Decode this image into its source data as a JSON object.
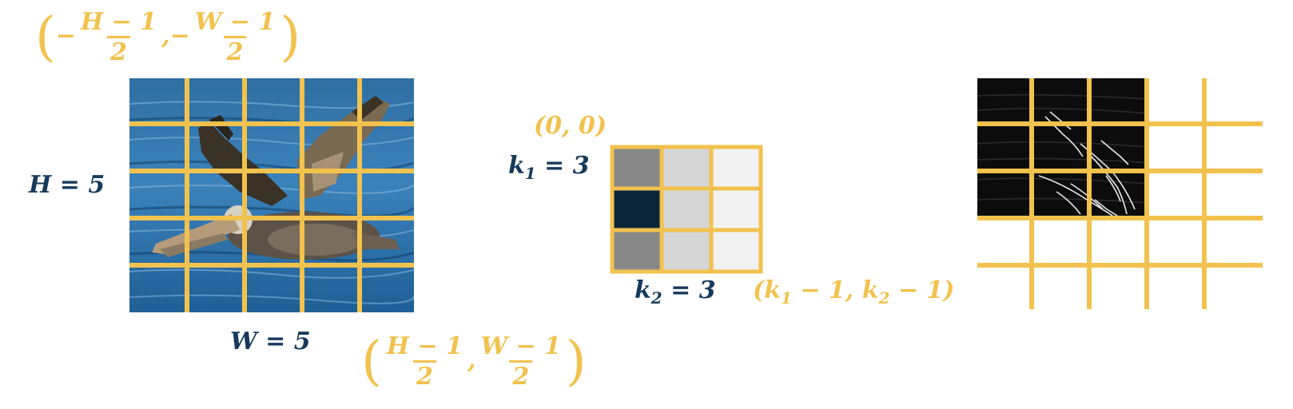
{
  "labels": {
    "corner_top_left": {
      "open_paren": "(",
      "minus_1": "−",
      "h_num": "H − 1",
      "h_den": "2",
      "comma": ",",
      "minus_2": "−",
      "w_num": "W − 1",
      "w_den": "2",
      "close_paren": ")"
    },
    "corner_bottom_right": {
      "open_paren": "(",
      "h_num": "H − 1",
      "h_den": "2",
      "comma": ",",
      "w_num": "W − 1",
      "w_den": "2",
      "close_paren": ")"
    },
    "image_height": "H = 5",
    "image_width": "W = 5",
    "kernel_origin": "(0, 0)",
    "kernel_k1_var": "k",
    "kernel_k1_sub": "1",
    "kernel_k1_val": " = 3",
    "kernel_k2_var": "k",
    "kernel_k2_sub": "2",
    "kernel_k2_val": " = 3",
    "kernel_end_open": "(k",
    "kernel_end_sub1": "1",
    "kernel_end_mid": " − 1, k",
    "kernel_end_sub2": "2",
    "kernel_end_close": " − 1)"
  },
  "kernel": {
    "rows": 3,
    "cols": 3,
    "cell_colors": [
      [
        "#888888",
        "#d6d6d6",
        "#f2f2f2"
      ],
      [
        "#0d2538",
        "#d6d6d6",
        "#f2f2f2"
      ],
      [
        "#888888",
        "#d6d6d6",
        "#f2f2f2"
      ]
    ]
  },
  "colors": {
    "accent": "#f2c24e",
    "text": "#163a5c"
  },
  "images": {
    "input": "pelican-photo-over-water",
    "output": "edge-map-of-pelican"
  }
}
